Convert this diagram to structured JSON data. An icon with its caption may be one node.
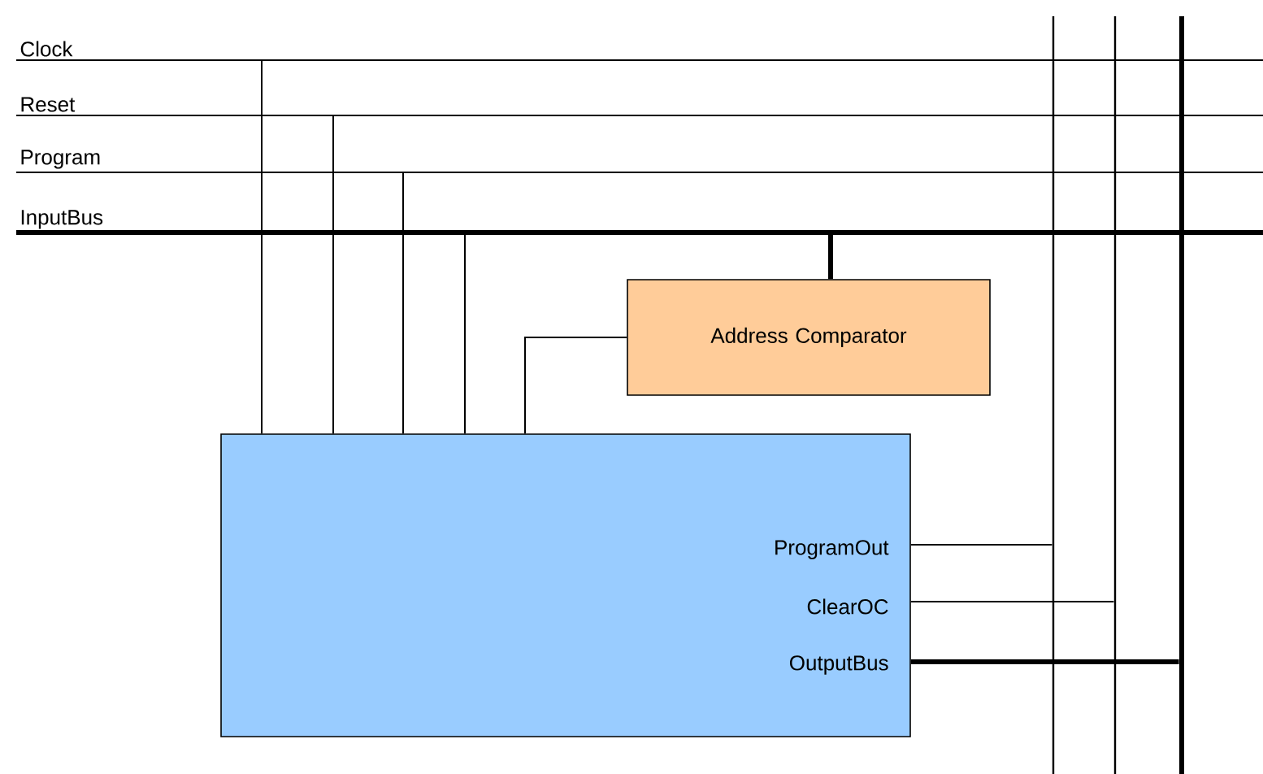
{
  "diagram": {
    "nodes": [
      {
        "text": [
          "Clock"
        ]
      },
      {
        "text": [
          "Reset"
        ]
      },
      {
        "text": [
          "Program"
        ]
      },
      {
        "text": [
          "InputBus"
        ]
      },
      {
        "text": [
          "Address Comparator"
        ]
      },
      {
        "text": [
          "ProgramOut",
          "ClearOC",
          "OutputBus"
        ]
      },
      {
        "text": [],
        "shape": "bar"
      },
      {
        "text": [],
        "shape": "bar"
      },
      {
        "text": [],
        "shape": "bar"
      }
    ],
    "edges": [
      {
        "from": 0,
        "to": 5,
        "arrow": "none"
      },
      {
        "from": 1,
        "to": 5,
        "arrow": "none"
      },
      {
        "from": 2,
        "to": 5,
        "arrow": "none"
      },
      {
        "from": 3,
        "to": 4,
        "arrow": "none",
        "style": "thick"
      },
      {
        "from": 3,
        "to": 5,
        "arrow": "none"
      },
      {
        "from": 4,
        "to": 5,
        "arrow": "none"
      },
      {
        "from": 5,
        "to": 6,
        "arrow": "none"
      },
      {
        "from": 5,
        "to": 7,
        "arrow": "none"
      },
      {
        "from": 5,
        "to": 8,
        "arrow": "none",
        "style": "thick"
      }
    ]
  }
}
